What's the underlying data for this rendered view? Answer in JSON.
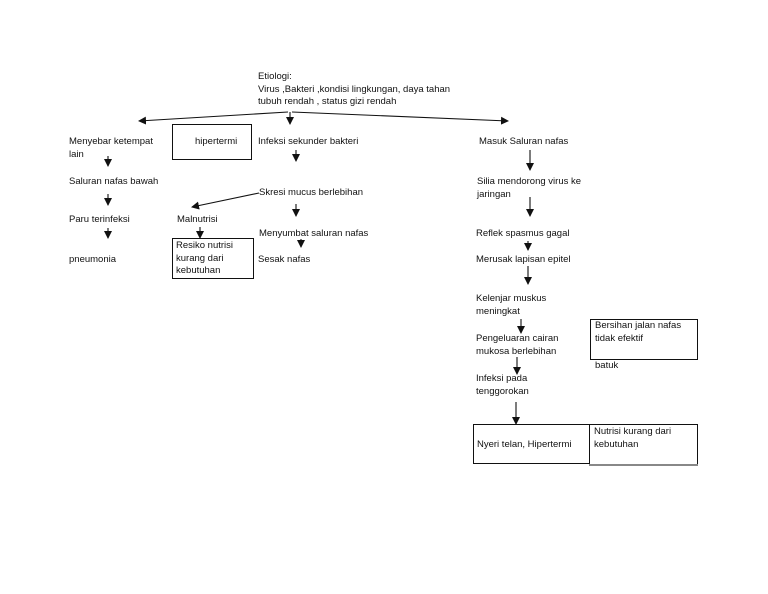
{
  "diagram": {
    "root": "Etiologi:\nVirus ,Bakteri ,kondisi lingkungan, daya tahan\ntubuh rendah , status gizi rendah",
    "left": {
      "n1": "Menyebar ketempat\nlain",
      "n2": "Saluran nafas bawah",
      "n3": "Paru terinfeksi",
      "n4": "pneumonia"
    },
    "hipertermi": "hipertermi",
    "malnutrisi": "Malnutrisi",
    "resiko": "Resiko nutrisi\nkurang dari\nkebutuhan",
    "middle": {
      "n1": "Infeksi sekunder bakteri",
      "n2": "Skresi mucus berlebihan",
      "n3": "Menyumbat saluran nafas",
      "n4": "Sesak nafas"
    },
    "right": {
      "n1": "Masuk Saluran nafas",
      "n2": "Silia mendorong virus ke\njaringan",
      "n3": "Reflek spasmus gagal",
      "n4": "Merusak  lapisan epitel",
      "n5": "Kelenjar  muskus\nmeningkat",
      "n6": "Pengeluaran cairan\nmukosa berlebihan",
      "n7": "Infeksi pada\ntenggorokan",
      "n8": "Nyeri telan, Hipertermi",
      "n9": "Nutrisi  kurang dari\nkebutuhan"
    },
    "bersihan": "Bersihan jalan nafas\ntidak efektif",
    "batuk": "batuk"
  }
}
